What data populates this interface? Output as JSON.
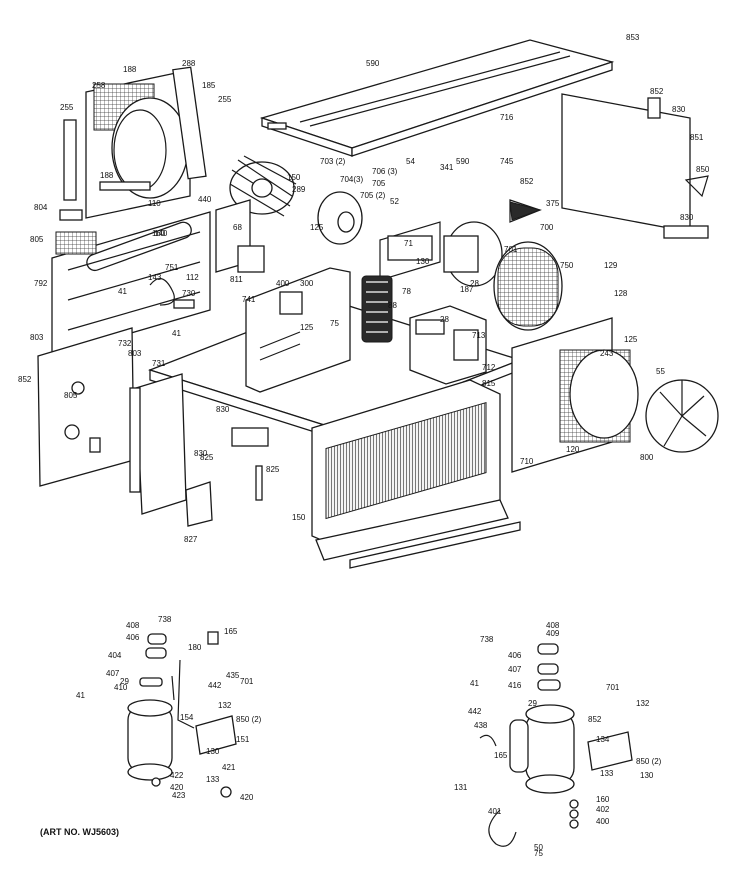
{
  "art_number": "(ART NO. WJ5603)",
  "callouts": [
    "853",
    "590",
    "188",
    "288",
    "185",
    "255",
    "255",
    "258",
    "188",
    "289",
    "110",
    "440",
    "804",
    "805",
    "792",
    "160",
    "751",
    "41",
    "143",
    "112",
    "41",
    "730",
    "732",
    "731",
    "803",
    "852",
    "805",
    "830",
    "830",
    "827",
    "125",
    "140",
    "150",
    "68",
    "400",
    "811",
    "741",
    "803",
    "703 (2)",
    "704(3)",
    "705 (2)",
    "705",
    "706 (3)",
    "125",
    "52",
    "300",
    "75",
    "130",
    "71",
    "78",
    "88",
    "28",
    "28",
    "54",
    "590",
    "341",
    "852",
    "375",
    "745",
    "716",
    "852",
    "830",
    "851",
    "850",
    "830",
    "750",
    "129",
    "128",
    "700",
    "701",
    "187",
    "125",
    "243",
    "55",
    "800",
    "120",
    "815",
    "710",
    "713",
    "712",
    "150",
    "825",
    "825"
  ],
  "compressor_left": [
    "738",
    "165",
    "408",
    "406",
    "404",
    "407",
    "410",
    "29",
    "442",
    "701",
    "435",
    "41",
    "180",
    "154",
    "132",
    "850 (2)",
    "151",
    "130",
    "133",
    "422",
    "420",
    "423",
    "421",
    "420"
  ],
  "compressor_right": [
    "738",
    "409",
    "408",
    "406",
    "407",
    "416",
    "41",
    "442",
    "438",
    "29",
    "852",
    "701",
    "132",
    "134",
    "133",
    "850 (2)",
    "130",
    "131",
    "165",
    "160",
    "402",
    "400",
    "401",
    "75",
    "50"
  ]
}
